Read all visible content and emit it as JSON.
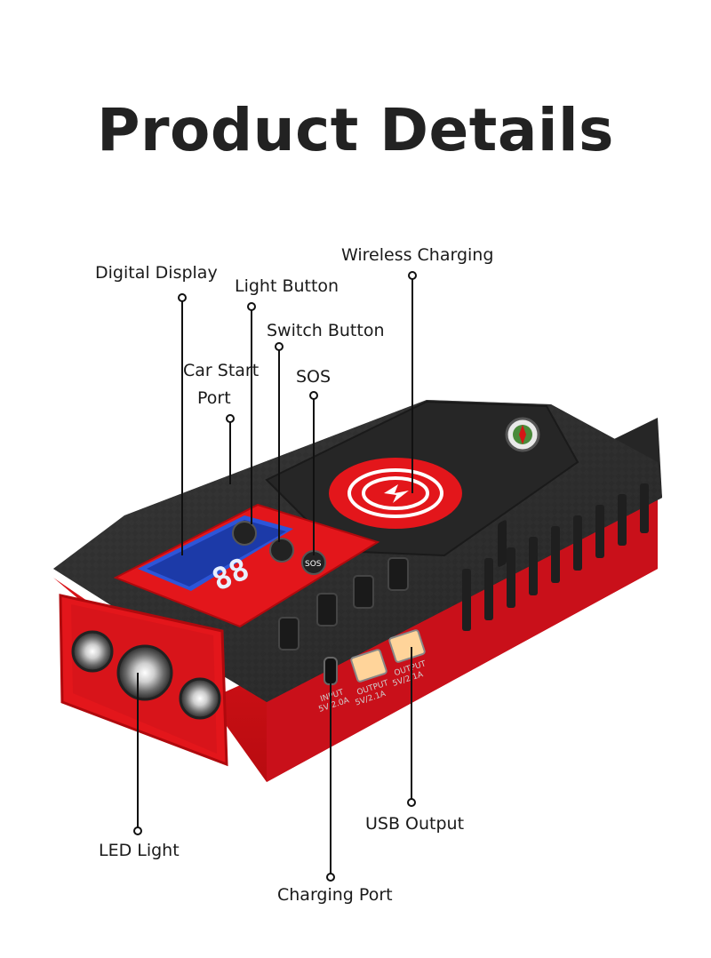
{
  "page": {
    "title": "Product Details"
  },
  "callouts": {
    "wireless_charging": "Wireless Charging",
    "digital_display": "Digital Display",
    "light_button": "Light Button",
    "switch_button": "Switch Button",
    "car_start_port_line1": "Car Start",
    "car_start_port_line2": "Port",
    "sos": "SOS",
    "led_light": "LED Light",
    "usb_output": "USB Output",
    "charging_port": "Charging Port"
  },
  "device": {
    "button_sos": "SOS",
    "port_input": "INPUT",
    "port_input_rating": "5V/2.0A",
    "port_output_1": "OUTPUT",
    "port_output_1_rating": "5V/2.1A",
    "port_output_2": "OUTPUT",
    "port_output_2_rating": "5V/2.1A",
    "display_digits": "88"
  },
  "colors": {
    "accent_red": "#e3161b",
    "dark_red": "#b0090d",
    "body_black": "#2a2a2a",
    "screen_blue": "#2d55d8"
  }
}
